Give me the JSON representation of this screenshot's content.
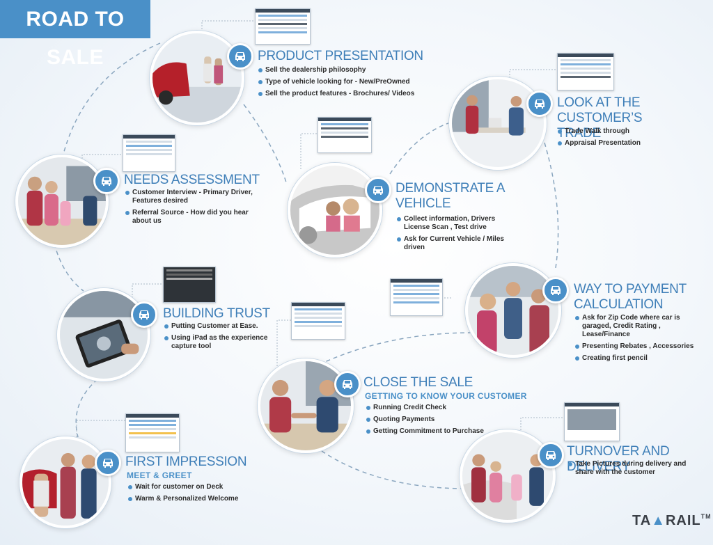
{
  "banner": {
    "title": "ROAD TO SALE"
  },
  "icon": "car-icon",
  "colors": {
    "accent": "#4a90c8",
    "title_text": "#3f7fb8",
    "banner_text": "#ffffff"
  },
  "stages": {
    "product_presentation": {
      "title": "PRODUCT PRESENTATION",
      "bullets": [
        "Sell the dealership philosophy",
        "Type of vehicle looking for - New/PreOwned",
        "Sell the product features - Brochures/ Videos"
      ]
    },
    "look_trade": {
      "title_line1": "LOOK AT THE CUSTOMER’S",
      "title_line2": "TRADE",
      "bullets": [
        "Trade Walk through",
        "Appraisal Presentation"
      ]
    },
    "needs_assessment": {
      "title": "NEEDS ASSESSMENT",
      "bullets": [
        "Customer Interview - Primary Driver, Features desired",
        "Referral Source - How did you hear about us"
      ]
    },
    "demonstrate": {
      "title_line1": "DEMONSTRATE A",
      "title_line2": "VEHICLE",
      "bullets": [
        "Collect information, Drivers License Scan , Test drive",
        "Ask for Current Vehicle / Miles driven"
      ]
    },
    "payment": {
      "title_line1": "WAY TO PAYMENT",
      "title_line2": "CALCULATION",
      "bullets": [
        "Ask for  Zip Code where car is garaged, Credit Rating , Lease/Finance",
        "Presenting Rebates , Accessories",
        "Creating first pencil"
      ]
    },
    "building_trust": {
      "title": "BUILDING TRUST",
      "bullets": [
        "Putting Customer at Ease.",
        "Using iPad as the experience capture tool"
      ]
    },
    "close_sale": {
      "title": "CLOSE THE SALE",
      "subtitle": "GETTING TO KNOW YOUR CUSTOMER",
      "bullets": [
        "Running Credit Check",
        "Quoting Payments",
        "Getting Commitment to Purchase"
      ]
    },
    "first_impression": {
      "title": "FIRST IMPRESSION",
      "subtitle": "MEET & GREET",
      "bullets": [
        "Wait for customer on Deck",
        "Warm & Personalized Welcome"
      ]
    },
    "turnover": {
      "title": "TURNOVER AND DELIVERY",
      "bullets": [
        "Take Pictures during delivery and share with the customer"
      ]
    }
  },
  "logo": {
    "text_a": "TA",
    "text_b": "RAIL",
    "tm": "TM"
  }
}
